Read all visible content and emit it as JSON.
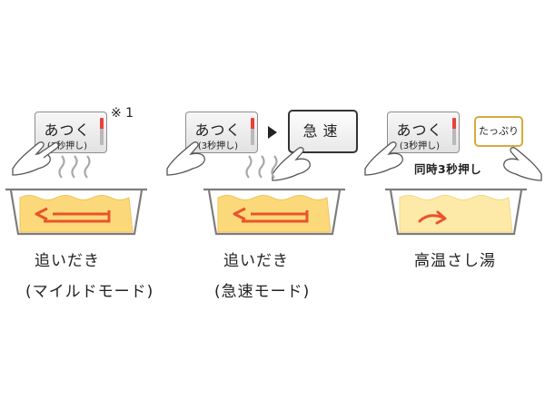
{
  "panels": [
    {
      "button_main": "あつく",
      "button_sub": "(3秒押し)",
      "note": "※ 1",
      "caption_line1": "追いだき",
      "caption_line2": "(マイルドモード)"
    },
    {
      "button_main": "あつく",
      "button_sub": "(3秒押し)",
      "second_button": "急速",
      "caption_line1": "追いだき",
      "caption_line2": "(急速モード)"
    },
    {
      "button_main": "あつく",
      "button_sub": "(3秒押し)",
      "second_button": "たっぷり",
      "instruction": "同時3秒押し",
      "caption_line1": "高温さし湯"
    }
  ],
  "colors": {
    "water": "#fbd97a",
    "water_light": "#fde9a8",
    "tub_outline": "#7d7d7d",
    "arrow": "#e8542c",
    "steam": "#a9a9a9"
  }
}
